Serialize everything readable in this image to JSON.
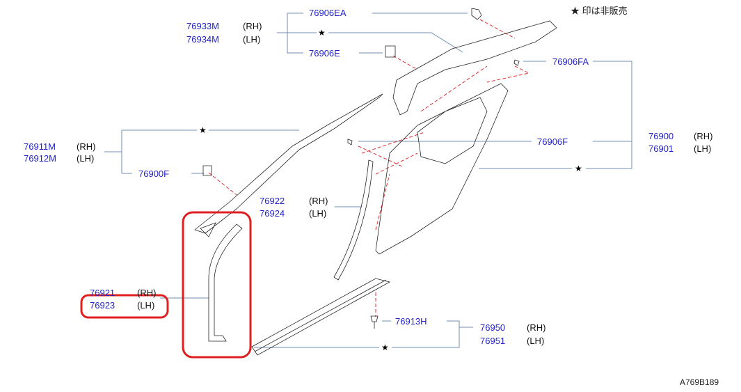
{
  "note": "★ 印は非販売",
  "diagram_code": "A769B189",
  "star_symbol": "★",
  "callouts": [
    {
      "part": "76906EA"
    },
    {
      "part": "76933M",
      "side": "(RH)"
    },
    {
      "part": "76934M",
      "side": "(LH)"
    },
    {
      "part": "76906E"
    },
    {
      "part": "76906FA"
    },
    {
      "part": "76911M",
      "side": "(RH)"
    },
    {
      "part": "76912M",
      "side": "(LH)"
    },
    {
      "part": "76900F"
    },
    {
      "part": "76906F"
    },
    {
      "part": "76900",
      "side": "(RH)"
    },
    {
      "part": "76901",
      "side": "(LH)"
    },
    {
      "part": "76922",
      "side": "(RH)"
    },
    {
      "part": "76924",
      "side": "(LH)"
    },
    {
      "part": "76921",
      "side": "(RH)"
    },
    {
      "part": "76923",
      "side": "(LH)"
    },
    {
      "part": "76913H"
    },
    {
      "part": "76950",
      "side": "(RH)"
    },
    {
      "part": "76951",
      "side": "(LH)"
    }
  ],
  "colors": {
    "part_number": "#2323c8",
    "leader": "#6f8fb3",
    "highlight": "#e02020",
    "dashed": "#e03030"
  }
}
